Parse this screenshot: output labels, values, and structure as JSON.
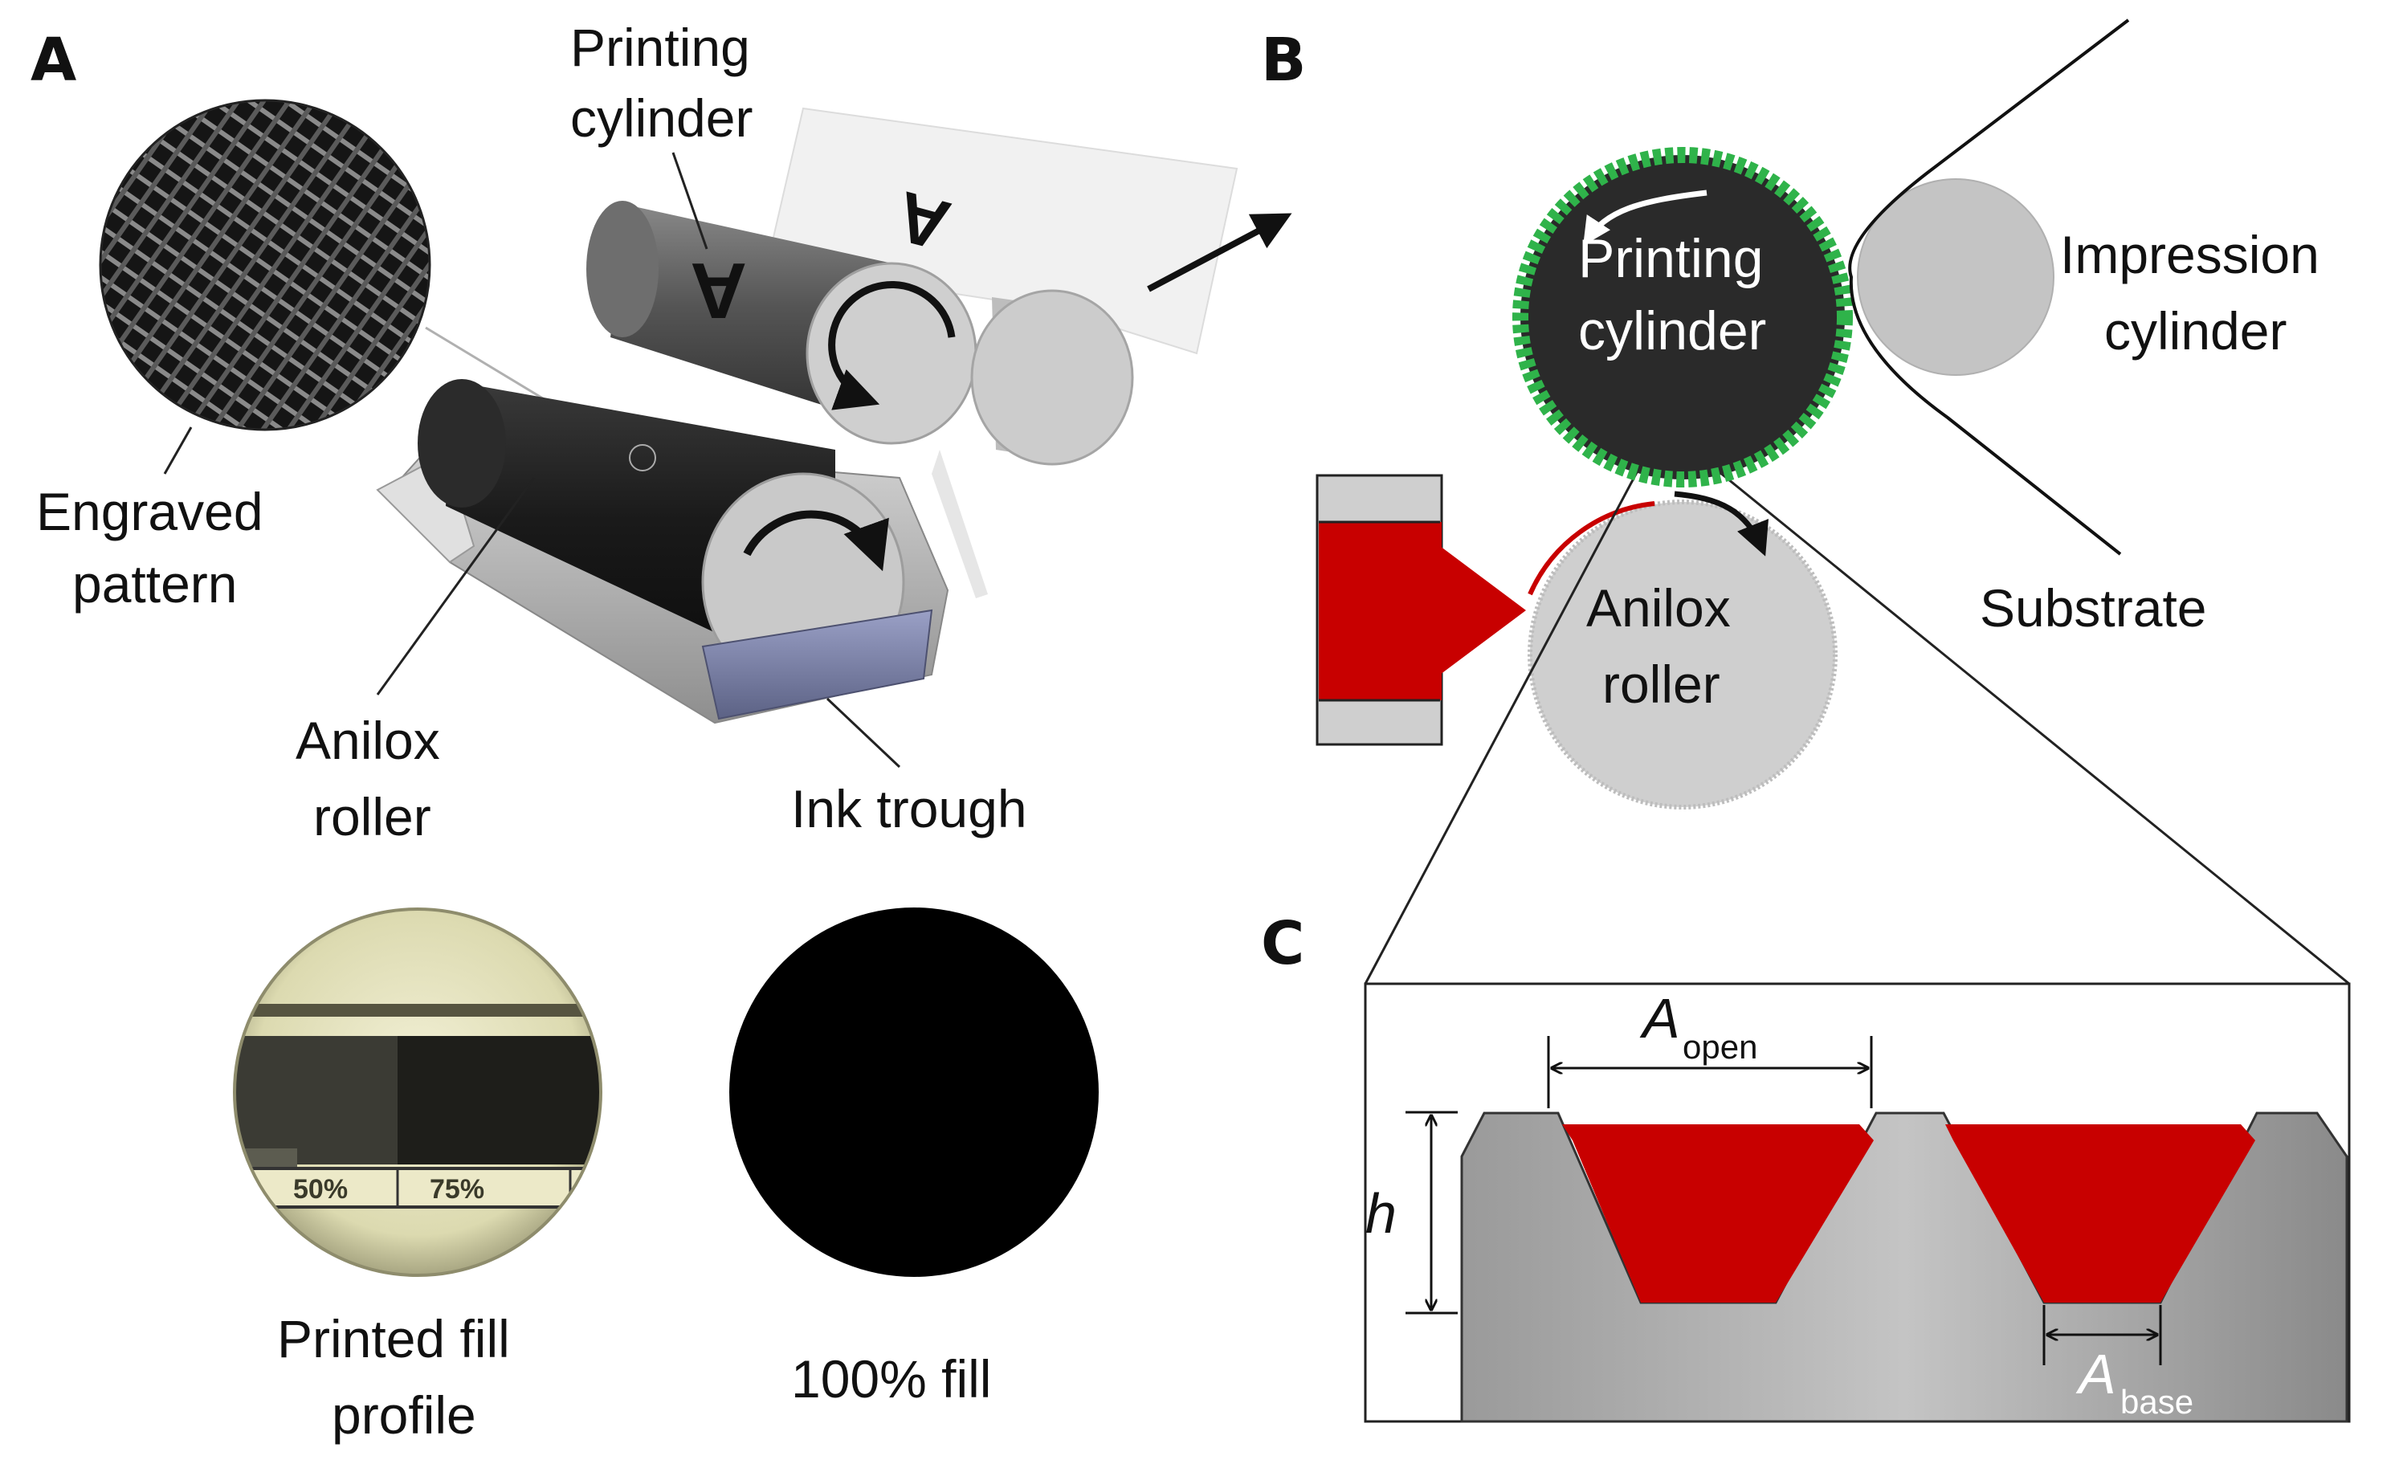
{
  "panels": {
    "a": {
      "letter": "A",
      "printing_cylinder": [
        "Printing",
        "cylinder"
      ],
      "engraved_pattern": [
        "Engraved",
        "pattern"
      ],
      "anilox_roller": [
        "Anilox",
        "roller"
      ],
      "ink_trough": "Ink trough",
      "printed_letter": "A",
      "printed_fill_profile": [
        "Printed fill",
        "profile"
      ],
      "fill_50": "50%",
      "fill_75": "75%",
      "fill_100": "100% fill"
    },
    "b": {
      "letter": "B",
      "printing_cylinder": [
        "Printing",
        "cylinder"
      ],
      "impression_cylinder": [
        "Impression",
        "cylinder"
      ],
      "substrate": "Substrate",
      "anilox_roller": [
        "Anilox",
        "roller"
      ]
    },
    "c": {
      "letter": "C",
      "a_open": "A",
      "a_open_sub": "open",
      "a_base": "A",
      "a_base_sub": "base",
      "h": "h"
    }
  },
  "colors": {
    "ink_red": "#c80000",
    "print_green": "#2fb34a",
    "cylinder_dark": "#2a2a2a",
    "roller_grey": "#c8c8c8"
  },
  "icons": [
    "rotation-arrow-icon",
    "direction-arrow-icon",
    "dimension-arrow-icon"
  ]
}
